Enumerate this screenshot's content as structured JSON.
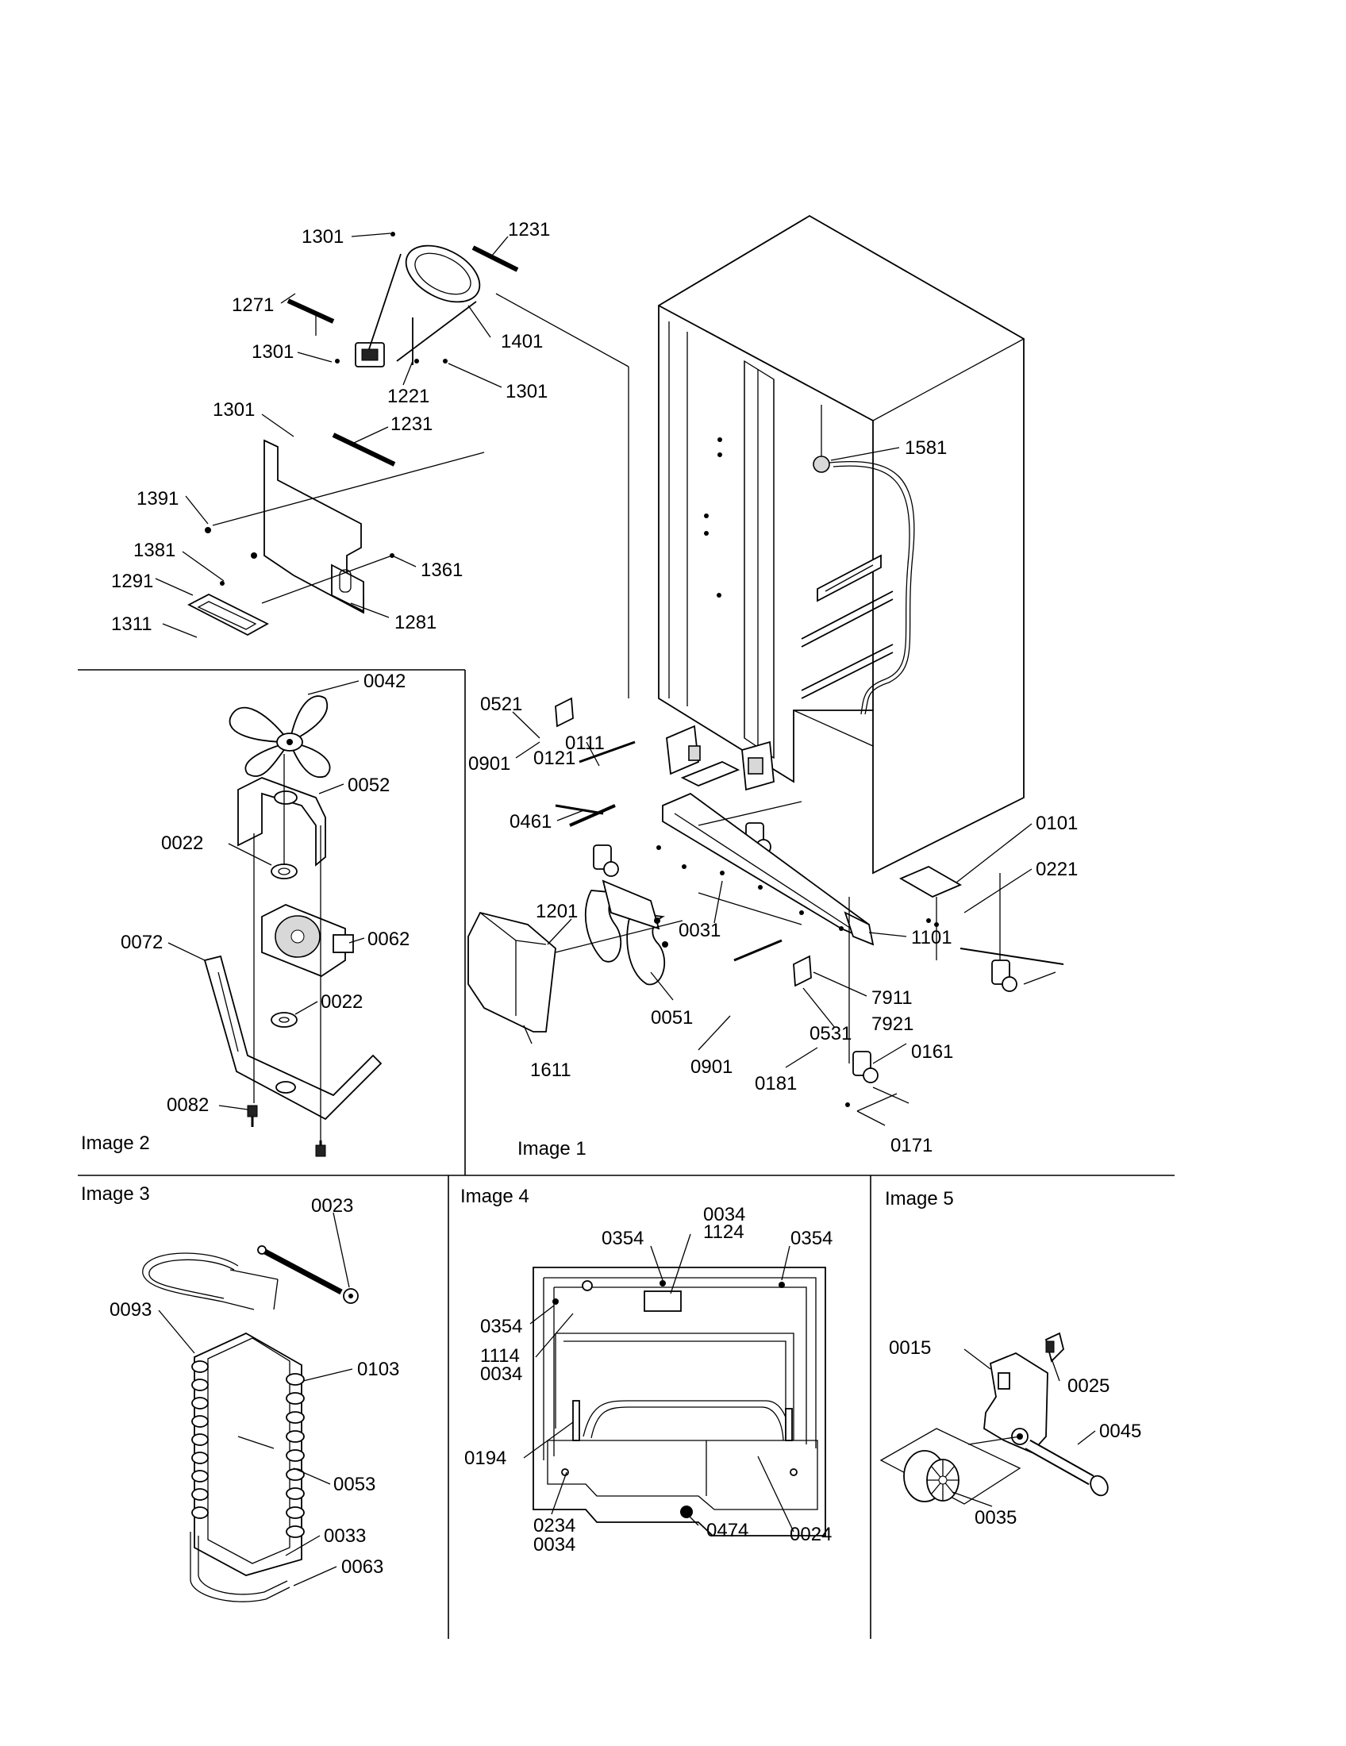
{
  "panels": {
    "image1": "Image 1",
    "image2": "Image 2",
    "image3": "Image 3",
    "image4": "Image 4",
    "image5": "Image 5"
  },
  "callouts_top": {
    "c1301a": "1301",
    "c1231a": "1231",
    "c1271": "1271",
    "c1401": "1401",
    "c1301b": "1301",
    "c1221": "1221",
    "c1301c": "1301",
    "c1301d": "1301",
    "c1231b": "1231",
    "c1391": "1391",
    "c1381": "1381",
    "c1361": "1361",
    "c1291": "1291",
    "c1281": "1281",
    "c1311": "1311"
  },
  "callouts_image1": {
    "c1581": "1581",
    "c0521": "0521",
    "c0111": "0111",
    "c0121": "0121",
    "c0901a": "0901",
    "c0461": "0461",
    "c0101": "0101",
    "c0221": "0221",
    "c1201": "1201",
    "c0031": "0031",
    "c1101": "1101",
    "c7911": "7911",
    "c7921": "7921",
    "c0051": "0051",
    "c0531": "0531",
    "c0161": "0161",
    "c0901b": "0901",
    "c0181": "0181",
    "c1611": "1611",
    "c0171": "0171"
  },
  "callouts_image2": {
    "c0042": "0042",
    "c0052": "0052",
    "c0022a": "0022",
    "c0062": "0062",
    "c0072": "0072",
    "c0022b": "0022",
    "c0082": "0082"
  },
  "callouts_image3": {
    "c0023": "0023",
    "c0093": "0093",
    "c0103": "0103",
    "c0053": "0053",
    "c0033": "0033",
    "c0063": "0063"
  },
  "callouts_image4": {
    "c0034top": "0034",
    "c1124": "1124",
    "c0354a": "0354",
    "c0354b": "0354",
    "c0354c": "0354",
    "c1114": "1114",
    "c0034mid": "0034",
    "c0194": "0194",
    "c0234": "0234",
    "c0034bot": "0034",
    "c0474": "0474",
    "c0024": "0024"
  },
  "callouts_image5": {
    "c0015": "0015",
    "c0025": "0025",
    "c0045": "0045",
    "c0035": "0035"
  }
}
